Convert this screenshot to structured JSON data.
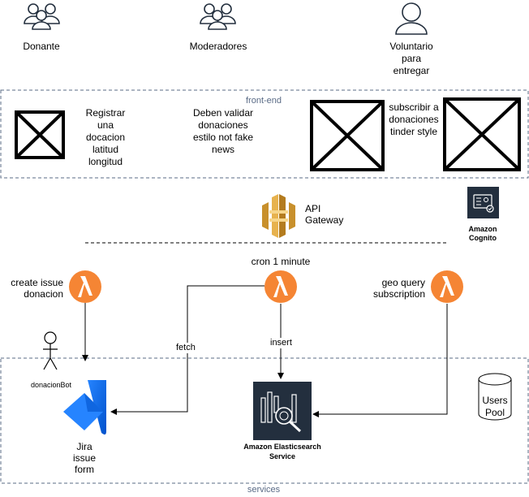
{
  "actors": {
    "donante": "Donante",
    "moderadores": "Moderadores",
    "voluntario": "Voluntario para entregar"
  },
  "groups": {
    "frontend": "front-end",
    "services": "services"
  },
  "frontend_text": {
    "registrar": "Registrar una docacion latitud longitud",
    "deben": "Deben validar donaciones estilo not fake news",
    "subscribir": "subscribir a donaciones tinder style"
  },
  "aws": {
    "api_gateway": "API Gateway",
    "cognito": "Amazon Cognito",
    "elasticsearch": "Amazon Elasticsearch Service"
  },
  "lambdas": {
    "create_issue": "create issue donacion",
    "cron": "cron 1 minute",
    "geo_query": "geo query subscription"
  },
  "edges": {
    "fetch": "fetch",
    "insert": "insert"
  },
  "services": {
    "donacion_bot": "donacionBot",
    "jira": "Jira issue form",
    "users_pool": "Users Pool"
  },
  "colors": {
    "lambda_orange": "#f58534",
    "api_gateway_gold": "#d9a741",
    "aws_dark": "#232f3e",
    "group_border": "#5a6b86",
    "jira_blue": "#2684ff"
  }
}
